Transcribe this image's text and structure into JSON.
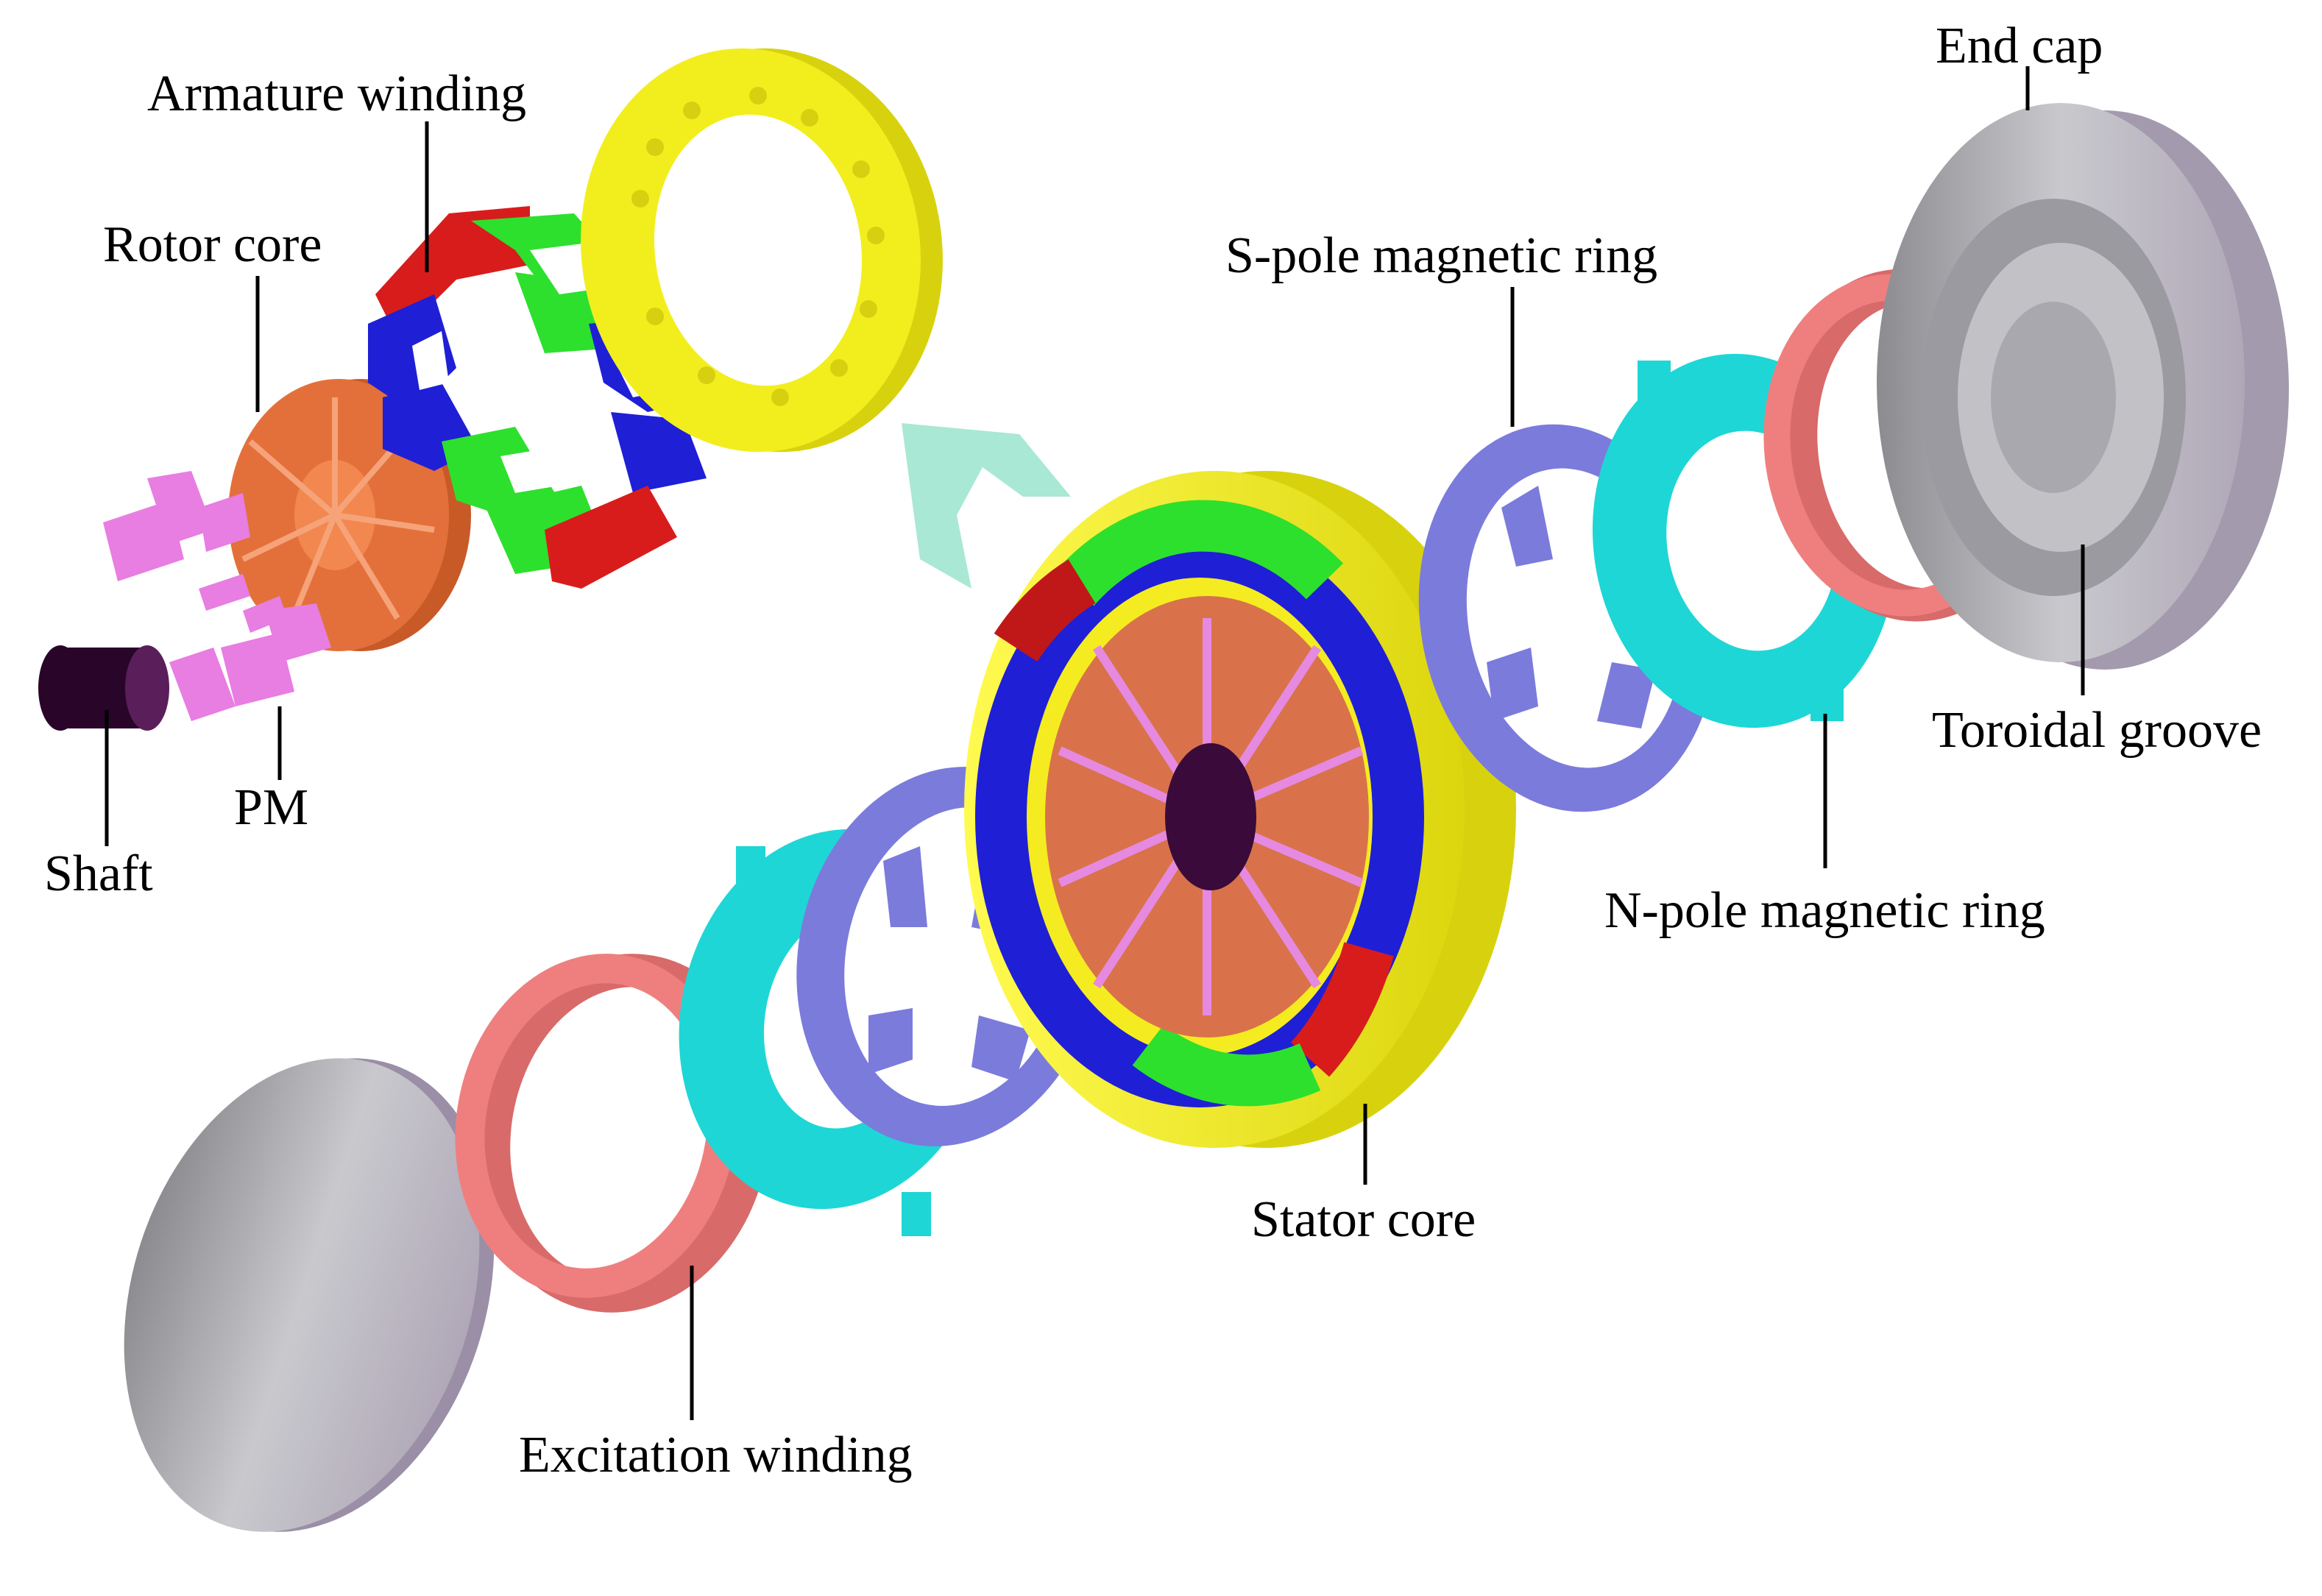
{
  "labels": {
    "armature_winding": "Armature winding",
    "rotor_core": "Rotor core",
    "shaft": "Shaft",
    "pm": "PM",
    "end_cap": "End cap",
    "s_pole_ring": "S-pole magnetic ring",
    "toroidal_groove": "Toroidal groove",
    "n_pole_ring": "N-pole magnetic ring",
    "stator_core": "Stator core",
    "excitation_winding": "Excitation winding"
  },
  "colors": {
    "stator_yellow": "#f2ee1e",
    "rotor_orange": "#e3703a",
    "coil_red": "#d81c1c",
    "coil_green": "#2de02d",
    "coil_blue": "#1f1fd6",
    "pm_pink": "#e87de2",
    "shaft_purple": "#3a0a3a",
    "ring_lilac": "#7b7bdc",
    "ring_cyan": "#1ed6d6",
    "winding_salmon": "#ef7f7f",
    "endcap_grey": "#b9b9be",
    "arrow_mint": "#a9e8d4"
  }
}
